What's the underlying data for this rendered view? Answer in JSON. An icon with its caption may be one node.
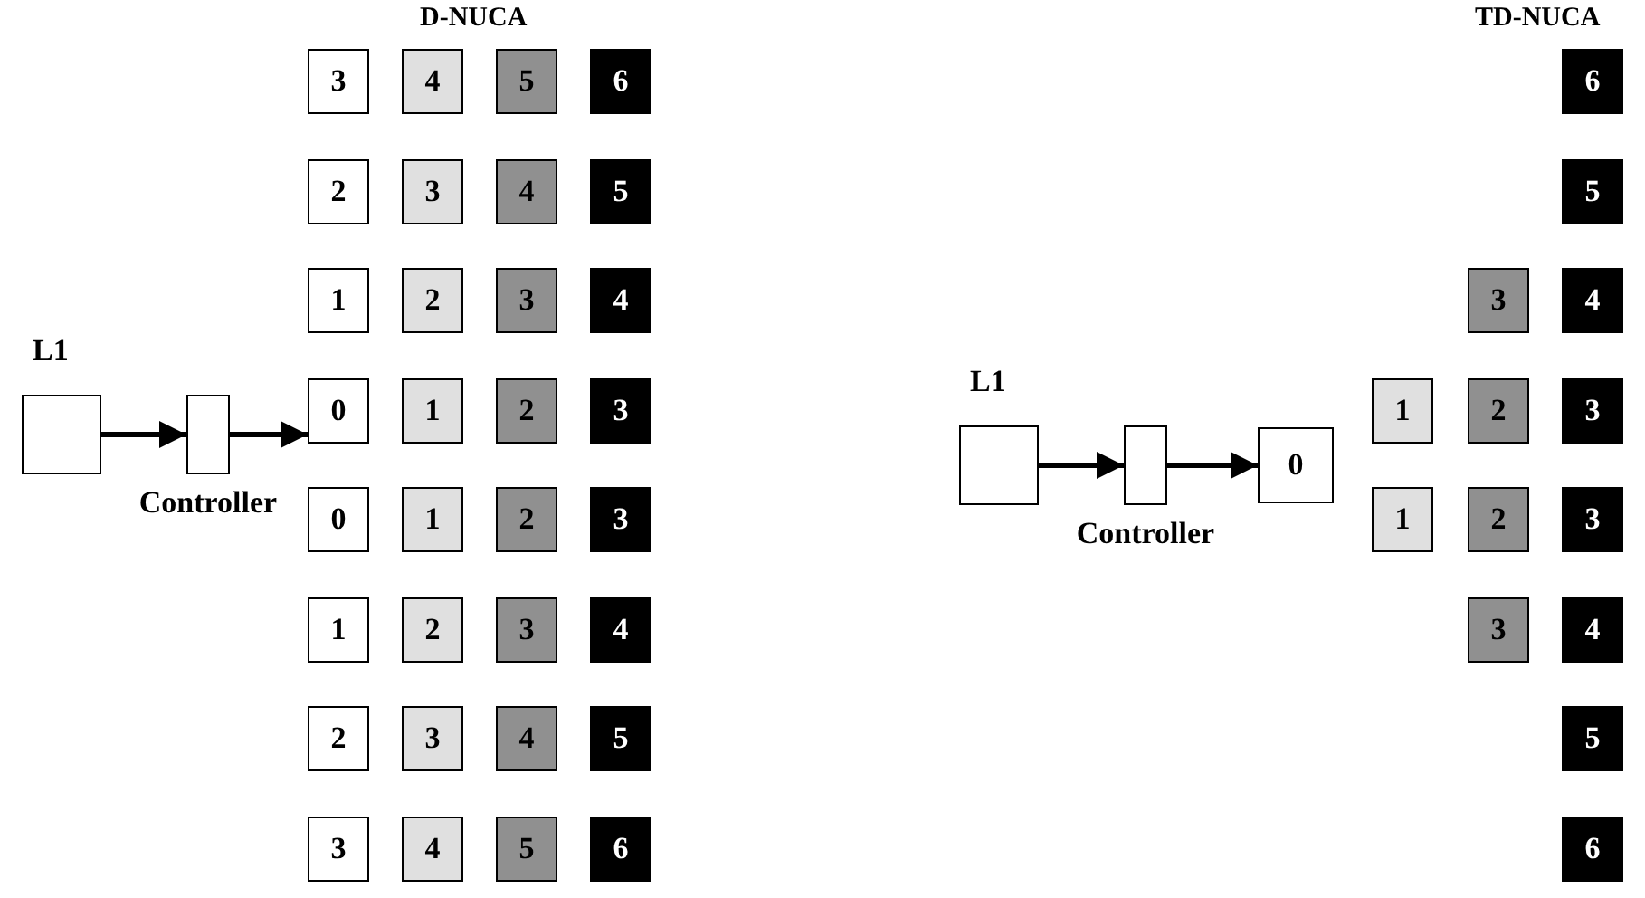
{
  "diagram": {
    "nodes": [
      {
        "text": [
          "L1"
        ]
      },
      {
        "text": [
          "Controller"
        ]
      },
      {
        "text": [
          "3"
        ]
      },
      {
        "text": [
          "4"
        ]
      },
      {
        "text": [
          "5"
        ]
      },
      {
        "text": [
          "6"
        ]
      },
      {
        "text": [
          "2"
        ]
      },
      {
        "text": [
          "3"
        ]
      },
      {
        "text": [
          "4"
        ]
      },
      {
        "text": [
          "5"
        ]
      },
      {
        "text": [
          "1"
        ]
      },
      {
        "text": [
          "2"
        ]
      },
      {
        "text": [
          "3"
        ]
      },
      {
        "text": [
          "4"
        ]
      },
      {
        "text": [
          "0"
        ]
      },
      {
        "text": [
          "1"
        ]
      },
      {
        "text": [
          "2"
        ]
      },
      {
        "text": [
          "3"
        ]
      },
      {
        "text": [
          "0"
        ]
      },
      {
        "text": [
          "1"
        ]
      },
      {
        "text": [
          "2"
        ]
      },
      {
        "text": [
          "3"
        ]
      },
      {
        "text": [
          "1"
        ]
      },
      {
        "text": [
          "2"
        ]
      },
      {
        "text": [
          "3"
        ]
      },
      {
        "text": [
          "4"
        ]
      },
      {
        "text": [
          "2"
        ]
      },
      {
        "text": [
          "3"
        ]
      },
      {
        "text": [
          "4"
        ]
      },
      {
        "text": [
          "5"
        ]
      },
      {
        "text": [
          "3"
        ]
      },
      {
        "text": [
          "4"
        ]
      },
      {
        "text": [
          "5"
        ]
      },
      {
        "text": [
          "6"
        ]
      },
      {
        "text": [
          "L1"
        ]
      },
      {
        "text": [
          "Controller"
        ]
      },
      {
        "text": [
          "0"
        ]
      },
      {
        "text": [
          "6"
        ]
      },
      {
        "text": [
          "5"
        ]
      },
      {
        "text": [
          "3"
        ]
      },
      {
        "text": [
          "4"
        ]
      },
      {
        "text": [
          "1"
        ]
      },
      {
        "text": [
          "2"
        ]
      },
      {
        "text": [
          "3"
        ]
      },
      {
        "text": [
          "1"
        ]
      },
      {
        "text": [
          "2"
        ]
      },
      {
        "text": [
          "3"
        ]
      },
      {
        "text": [
          "3"
        ]
      },
      {
        "text": [
          "4"
        ]
      },
      {
        "text": [
          "5"
        ]
      },
      {
        "text": [
          "6"
        ]
      }
    ],
    "edges": [
      {
        "from": 0,
        "to": 1,
        "arrow": "to"
      },
      {
        "from": 1,
        "to": 14,
        "arrow": "to"
      },
      {
        "from": 34,
        "to": 35,
        "arrow": "to"
      },
      {
        "from": 35,
        "to": 36,
        "arrow": "to"
      }
    ],
    "labels": [
      "D-NUCA",
      "TD-NUCA"
    ]
  }
}
